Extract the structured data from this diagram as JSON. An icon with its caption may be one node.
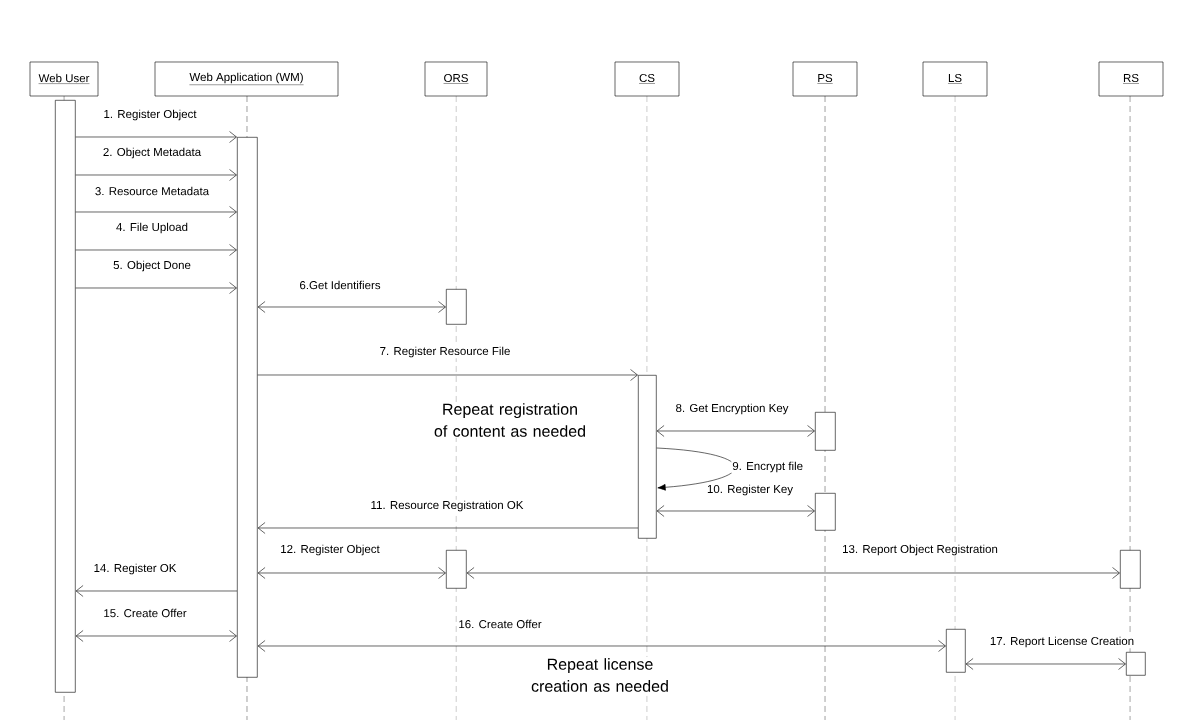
{
  "diagram": {
    "nodes": [
      {
        "text": [
          "Web User"
        ]
      },
      {
        "text": [
          "Web Application (WM)"
        ]
      },
      {
        "text": [
          "ORS"
        ]
      },
      {
        "text": [
          "CS"
        ]
      },
      {
        "text": [
          "PS"
        ]
      },
      {
        "text": [
          "LS"
        ]
      },
      {
        "text": [
          "RS"
        ]
      },
      {
        "text": [],
        "shape": "bar"
      },
      {
        "text": [],
        "shape": "bar"
      },
      {
        "text": [],
        "shape": "bar"
      },
      {
        "text": [],
        "shape": "bar"
      },
      {
        "text": [],
        "shape": "bar"
      },
      {
        "text": [],
        "shape": "bar"
      },
      {
        "text": [],
        "shape": "bar"
      },
      {
        "text": [],
        "shape": "bar"
      },
      {
        "text": [],
        "shape": "bar"
      },
      {
        "text": [],
        "shape": "bar"
      }
    ],
    "edges": [
      {
        "from": 7,
        "to": 8,
        "arrow": "to",
        "label": "1. Register Object"
      },
      {
        "from": 7,
        "to": 8,
        "arrow": "to",
        "label": "2. Object Metadata"
      },
      {
        "from": 7,
        "to": 8,
        "arrow": "to",
        "label": "3. Resource Metadata"
      },
      {
        "from": 7,
        "to": 8,
        "arrow": "to",
        "label": "4. File Upload"
      },
      {
        "from": 7,
        "to": 8,
        "arrow": "to",
        "label": "5. Object Done"
      },
      {
        "from": 8,
        "to": 9,
        "arrow": "both",
        "label": "6.Get Identifiers"
      },
      {
        "from": 8,
        "to": 10,
        "arrow": "to",
        "label": "7. Register Resource File"
      },
      {
        "from": 10,
        "to": 11,
        "arrow": "both",
        "label": "8. Get Encryption Key"
      },
      {
        "from": 10,
        "to": 10,
        "arrow": "to",
        "label": "9. Encrypt file"
      },
      {
        "from": 10,
        "to": 12,
        "arrow": "both",
        "label": "10. Register Key"
      },
      {
        "from": 10,
        "to": 8,
        "arrow": "to",
        "label": "11. Resource Registration OK"
      },
      {
        "from": 8,
        "to": 13,
        "arrow": "both",
        "label": "12. Register Object"
      },
      {
        "from": 13,
        "to": 14,
        "arrow": "both",
        "label": "13. Report Object Registration"
      },
      {
        "from": 8,
        "to": 7,
        "arrow": "to",
        "label": "14. Register OK"
      },
      {
        "from": 7,
        "to": 8,
        "arrow": "both",
        "label": "15. Create Offer"
      },
      {
        "from": 8,
        "to": 15,
        "arrow": "both",
        "label": "16. Create Offer"
      },
      {
        "from": 15,
        "to": 16,
        "arrow": "both",
        "label": "17. Report License Creation"
      }
    ],
    "labels": [
      "Repeat registration of content as needed",
      "Repeat license creation as needed"
    ]
  }
}
